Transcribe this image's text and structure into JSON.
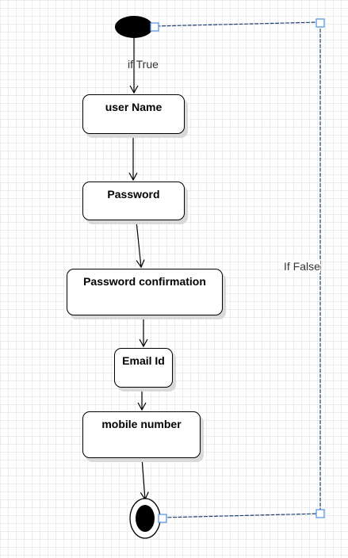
{
  "diagram": {
    "type": "activity-diagram",
    "nodes": {
      "start": {
        "kind": "initial-node"
      },
      "username": {
        "kind": "action",
        "label": "user Name"
      },
      "password": {
        "kind": "action",
        "label": "Password"
      },
      "password_confirmation": {
        "kind": "action",
        "label": "Password confirmation"
      },
      "email": {
        "kind": "action",
        "label": "Email Id"
      },
      "mobile": {
        "kind": "action",
        "label": "mobile number"
      },
      "end": {
        "kind": "final-node"
      }
    },
    "edges": {
      "start_to_username": {
        "from": "start",
        "to": "username",
        "label": "if True"
      },
      "username_to_password": {
        "from": "username",
        "to": "password"
      },
      "password_to_confirmation": {
        "from": "password",
        "to": "password_confirmation"
      },
      "confirmation_to_email": {
        "from": "password_confirmation",
        "to": "email"
      },
      "email_to_mobile": {
        "from": "email",
        "to": "mobile"
      },
      "mobile_to_end": {
        "from": "mobile",
        "to": "end"
      },
      "end_to_start": {
        "from": "end",
        "to": "start",
        "label": "If False"
      }
    },
    "colors": {
      "line": "#000000",
      "loop_line": "#1f3f6e",
      "handle": "#4a90e2",
      "shadow": "#d9d9d9",
      "grid": "#ececec"
    }
  }
}
